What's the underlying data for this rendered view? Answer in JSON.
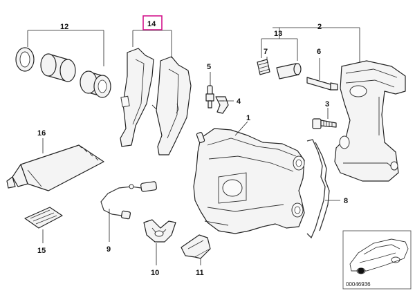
{
  "callouts": {
    "c1": "1",
    "c2": "2",
    "c3": "3",
    "c4": "4",
    "c5": "5",
    "c6": "6",
    "c7": "7",
    "c8": "8",
    "c9": "9",
    "c10": "10",
    "c11": "11",
    "c12": "12",
    "c13": "13",
    "c14": "14",
    "c15": "15",
    "c16": "16"
  },
  "highlighted_callout": "14",
  "inset": {
    "reference_code": "00046936"
  },
  "colors": {
    "highlight": "#d4148c",
    "line": "#222222",
    "part_fill": "#f4f4f4"
  }
}
